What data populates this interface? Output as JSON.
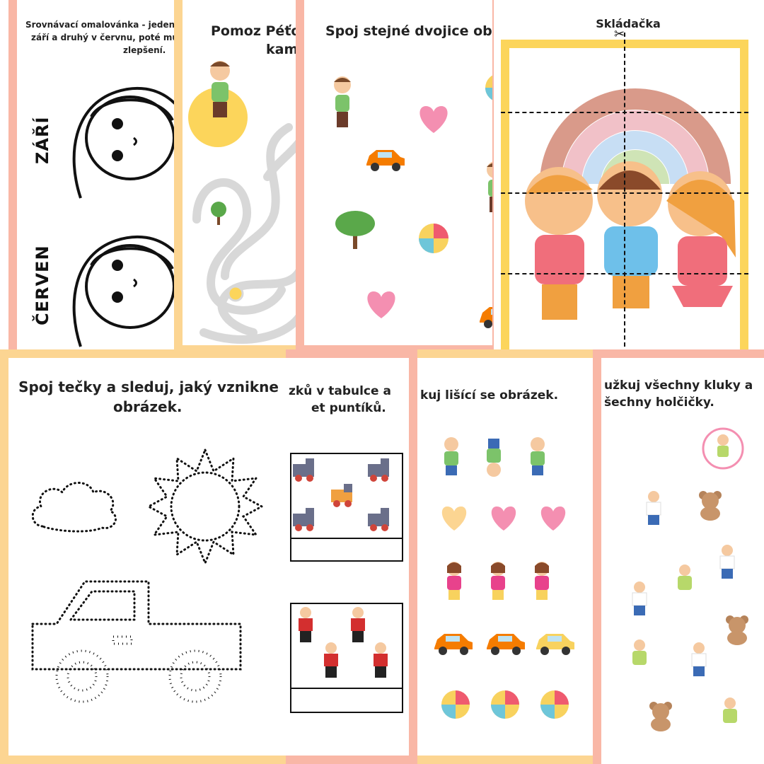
{
  "sheets": {
    "coloring": {
      "intro_line1": "Srovnávací omalovánka - jeden ob",
      "intro_line2": "září a druhý v červnu, poté můža",
      "intro_line3": "zlepšení.",
      "label_september": "ZÁŘÍ",
      "label_june": "ČERVEN"
    },
    "maze": {
      "title_line1": "Pomoz Péťo",
      "title_line2": "kam"
    },
    "pairs": {
      "title": "Spoj stejné dvojice obrá"
    },
    "puzzle": {
      "title": "Skládačka",
      "scissors_icon": "scissors-icon"
    },
    "dots": {
      "title_line1": "Spoj tečky a sleduj, jaký vznikne",
      "title_line2": "obrázek."
    },
    "counting": {
      "title_line1": "zků v  tabulce a",
      "title_line2": "et puntíků."
    },
    "odd_one": {
      "title": "kuj lišící se obrázek."
    },
    "find": {
      "title_line1": "užkuj všechny kluky a",
      "title_line2": "šechny holčičky."
    }
  },
  "colors": {
    "pink_border": "#f9b7a6",
    "yellow_border": "#fcd592",
    "heart_pink": "#f48fb1",
    "car_orange": "#f57c00"
  }
}
